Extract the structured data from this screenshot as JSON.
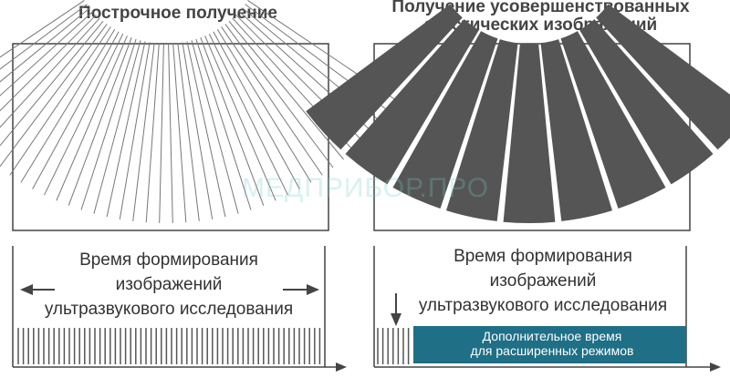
{
  "left_panel": {
    "title": "Построчное получение",
    "time_label": "Время формирования\nизображений\nультразвукового исследования"
  },
  "right_panel": {
    "title": "Получение усовершенствованных\nакустических изображений",
    "time_label": "Время формирования\nизображений\nультразвукового исследования",
    "extra_label": "Дополнительное время\nдля расширенных режимов"
  },
  "watermark": "МЕДПРИБОР.ПРО",
  "colors": {
    "accent": "#1f6f86",
    "fan": "#555555",
    "line": "#777777"
  }
}
